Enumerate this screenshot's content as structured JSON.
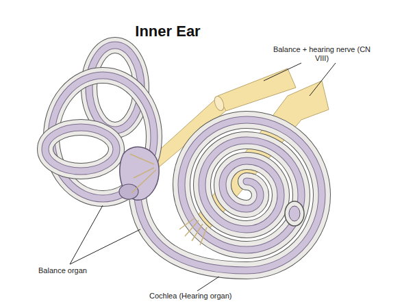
{
  "diagram": {
    "title": "Inner Ear",
    "labels": [
      "Balance + hearing nerve (CN VIII)",
      "Balance organ",
      "Cochlea (Hearing organ)"
    ]
  }
}
